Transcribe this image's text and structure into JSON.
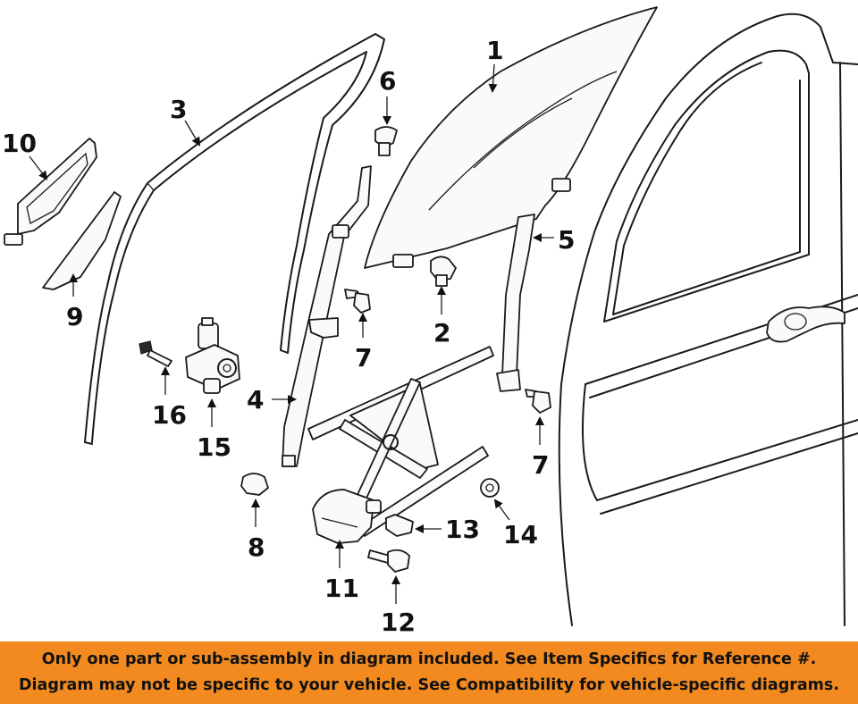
{
  "callouts": {
    "n1": "1",
    "n2": "2",
    "n3": "3",
    "n4": "4",
    "n5": "5",
    "n6": "6",
    "n7a": "7",
    "n7b": "7",
    "n8": "8",
    "n9": "9",
    "n10": "10",
    "n11": "11",
    "n12": "12",
    "n13": "13",
    "n14": "14",
    "n15": "15",
    "n16": "16"
  },
  "banner": {
    "line1": "Only one part or sub-assembly in diagram included. See Item Specifics for Reference #.",
    "line2": "Diagram may not be specific to your vehicle. See Compatibility for vehicle-specific diagrams."
  },
  "colors": {
    "banner_bg": "#f28a1f",
    "line": "#1a1a1a"
  }
}
